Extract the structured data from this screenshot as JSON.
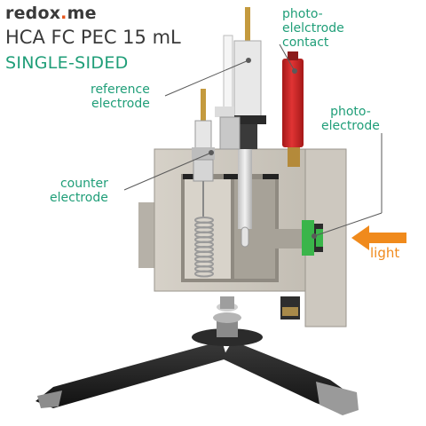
{
  "brand": {
    "name_a": "redox",
    "name_dot": ".",
    "name_b": "me",
    "color_accent": "#e8541a"
  },
  "product": {
    "title": "HCA FC PEC 15 mL",
    "variant": "SINGLE-SIDED"
  },
  "callouts": {
    "photoelectrode_contact": {
      "line1": "photo-",
      "line2": "elelctrode",
      "line3": "contact"
    },
    "reference_electrode": {
      "line1": "reference",
      "line2": "electrode"
    },
    "photoelectrode": {
      "line1": "photo-",
      "line2": "electrode"
    },
    "counter_electrode": {
      "line1": "counter",
      "line2": "electrode"
    },
    "light": {
      "label": "light"
    }
  },
  "colors": {
    "callout_text": "#1f9e78",
    "light_arrow": "#f08a1c",
    "cell_body": "#c9c4bb",
    "contact_red": "#d42a2a",
    "window_green": "#3ab54a"
  },
  "icons": [
    "light-arrow-icon",
    "callout-dot-icon"
  ]
}
